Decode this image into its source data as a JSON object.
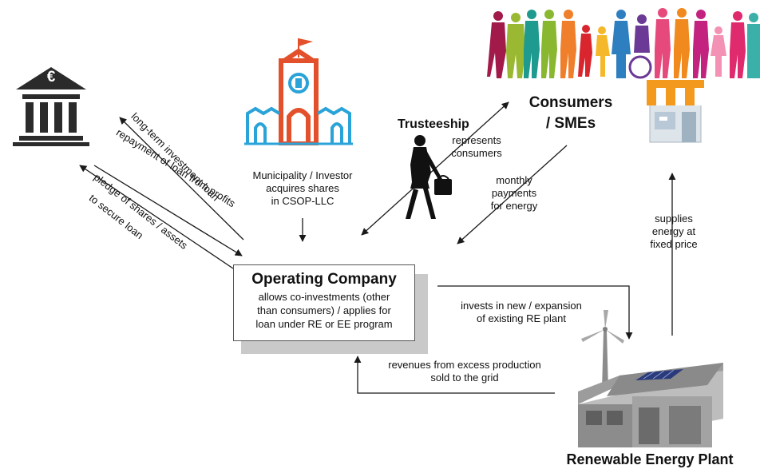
{
  "colors": {
    "arrow": "#1a1a1a",
    "bank": "#2b2b2b",
    "building_blue": "#2aa3d9",
    "building_orange": "#e2512b",
    "plant_roof": "#9c9c9c",
    "plant_wall": "#8c8c8c",
    "solar_panel": "#2b3a7a",
    "shop_awning": "#f39a1e",
    "shop_wall": "#dde4ea"
  },
  "icons": {
    "bank": "euro-bank-icon",
    "municipality": "town-hall-icon",
    "trustee": "businesswoman-silhouette-icon",
    "consumers": "people-crowd-icon",
    "shop": "shop-storefront-icon",
    "plant": "house-with-solar-and-wind-turbine-icon"
  },
  "bank": {
    "symbol": "€"
  },
  "municipality": {
    "label": [
      "Municipality / Investor",
      "acquires shares",
      "in CSOP-LLC"
    ]
  },
  "trusteeship": {
    "title": "Trusteeship",
    "label": [
      "represents",
      "consumers"
    ]
  },
  "consumers": {
    "title": [
      "Consumers",
      "/ SMEs"
    ]
  },
  "monthly": {
    "label": [
      "monthly",
      "payments",
      "for energy"
    ]
  },
  "supplies": {
    "label": [
      "supplies",
      "energy at",
      "fixed price"
    ]
  },
  "operating_company": {
    "title": "Operating Company",
    "label": [
      "allows co-investments (other",
      "than consumers) / applies for",
      "loan under RE or EE program"
    ]
  },
  "invests": {
    "label": [
      "invests in new / expansion",
      "of existing RE plant"
    ]
  },
  "revenues": {
    "label": [
      "revenues from excess production",
      "sold to the grid"
    ]
  },
  "plant": {
    "title": "Renewable Energy Plant"
  },
  "bank_links": {
    "loan": "long-term investment loan",
    "repayment": "repayment of loan from profits",
    "pledge": "pledge of shares / assets",
    "secure": "to secure loan"
  }
}
